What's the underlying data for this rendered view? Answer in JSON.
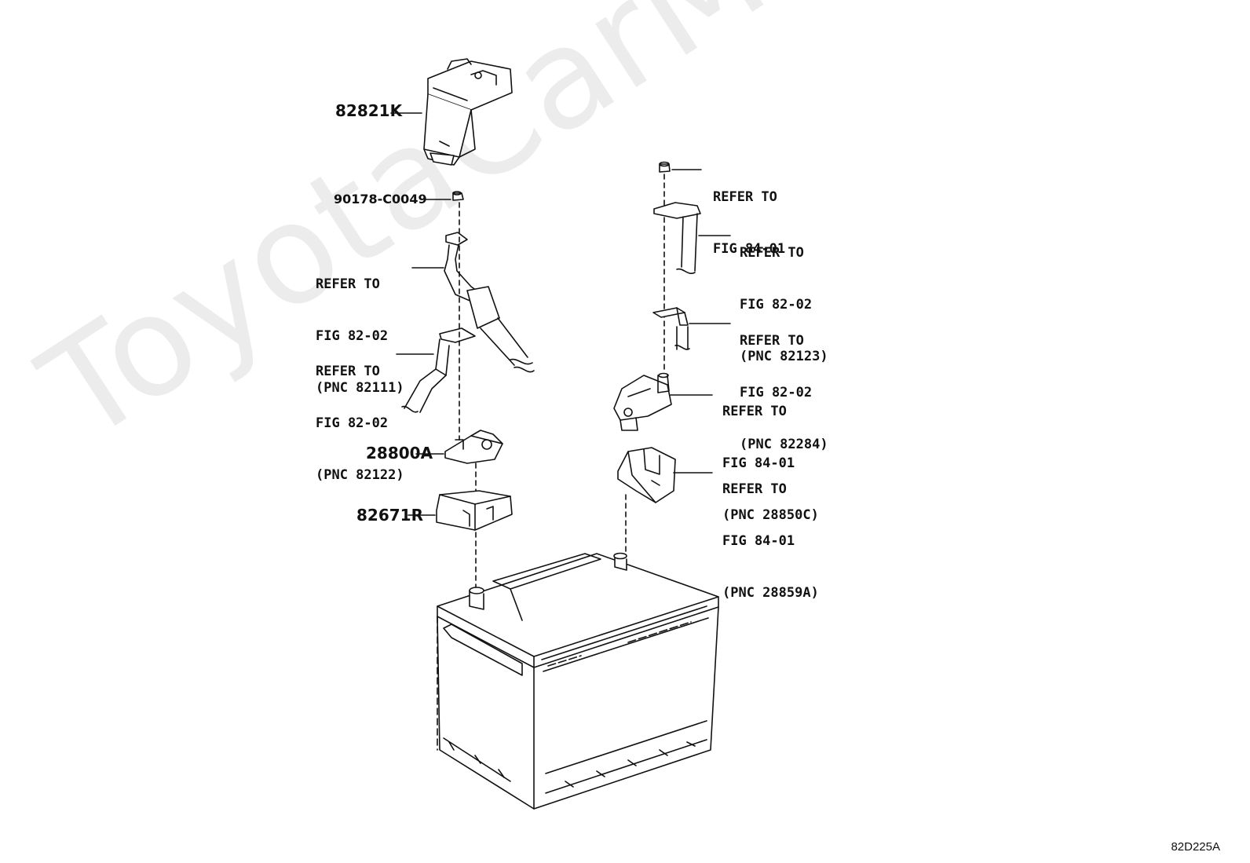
{
  "watermark": "ToyotaCarMine.ru",
  "figure_code": "82D225A",
  "callouts": {
    "p82821k": "82821K",
    "p90178": "90178-C0049",
    "ref_82111": [
      "REFER TO",
      "FIG 82-02",
      "(PNC 82111)"
    ],
    "ref_82122": [
      "REFER TO",
      "FIG 82-02",
      "(PNC 82122)"
    ],
    "p28800a": "28800A",
    "p82671r": "82671R",
    "ref_fig8401_top": [
      "REFER TO",
      "FIG 84-01"
    ],
    "ref_82123": [
      "REFER TO",
      "FIG 82-02",
      "(PNC 82123)"
    ],
    "ref_82284": [
      "REFER TO",
      "FIG 82-02",
      "(PNC 82284)"
    ],
    "ref_28850c": [
      "REFER TO",
      "FIG 84-01",
      "(PNC 28850C)"
    ],
    "ref_28859a": [
      "REFER TO",
      "FIG 84-01",
      "(PNC 28859A)"
    ]
  }
}
